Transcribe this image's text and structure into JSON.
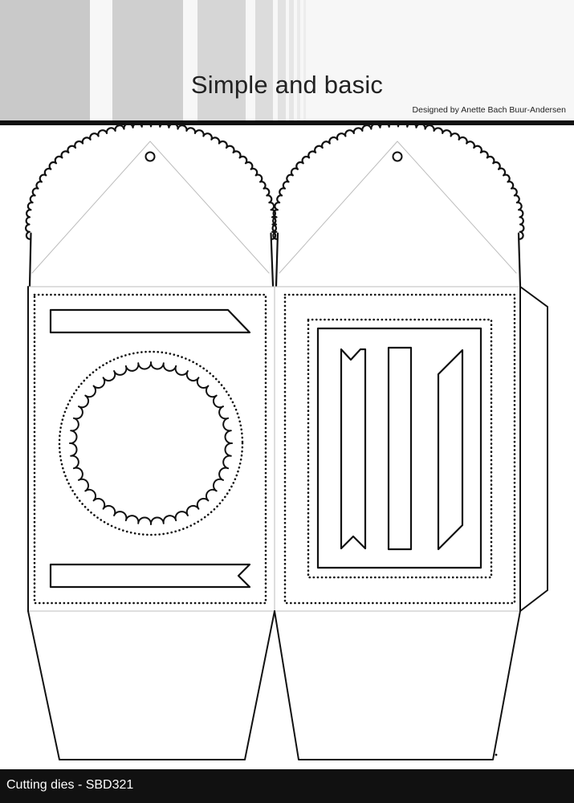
{
  "header": {
    "title": "Simple and basic",
    "designer": "Designed by Anette Bach Buur-Andersen"
  },
  "footer": {
    "label": "Cutting dies - SBD321"
  },
  "colors": {
    "background": "#ffffff",
    "ink": "#111111",
    "stripe_gray": "#c8c8c8",
    "fold_line": "#bdbdbd"
  }
}
